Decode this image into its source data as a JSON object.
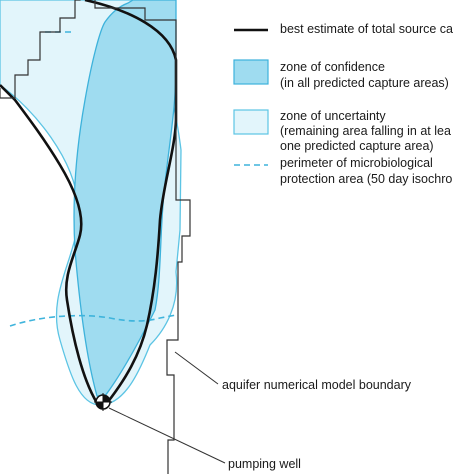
{
  "legend": {
    "best_estimate": "best estimate of total source ca",
    "confidence_line1": "zone of confidence",
    "confidence_line2": "(in all predicted capture areas)",
    "uncertainty_line1": "zone of uncertainty",
    "uncertainty_line2": "(remaining area falling in at lea",
    "uncertainty_line3": "one predicted capture area)",
    "perimeter_line1": "perimeter of microbiological",
    "perimeter_line2": "protection area (50 day isochro"
  },
  "callouts": {
    "model_boundary": "aquifer numerical model boundary",
    "pumping_well": "pumping well"
  },
  "colors": {
    "confidence_fill": "#9fdcf0",
    "uncertainty_fill": "#e2f5fb",
    "zone_outline": "#4fbfe2",
    "perimeter_dash": "#3fb4dc",
    "best_estimate": "#111111",
    "boundary": "#333333"
  }
}
